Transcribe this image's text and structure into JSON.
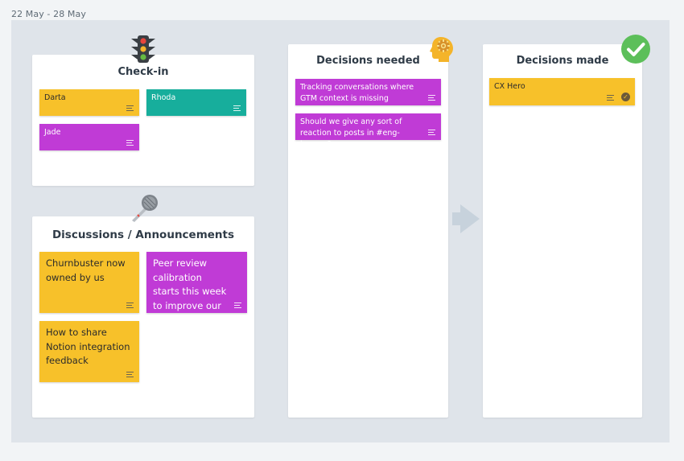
{
  "board": {
    "date_range": "22 May - 28 May"
  },
  "frames": {
    "checkin": {
      "title": "Check-in",
      "icon": "traffic-light-icon",
      "stickies": [
        {
          "text": "Darta",
          "color": "yellow"
        },
        {
          "text": "Rhoda",
          "color": "teal"
        },
        {
          "text": "Jade",
          "color": "purple"
        }
      ]
    },
    "discussions": {
      "title": "Discussions / Announcements",
      "icon": "microphone-icon",
      "stickies": [
        {
          "text": "Churnbuster now owned by us",
          "color": "yellow"
        },
        {
          "text": "Peer review calibration starts this week to improve our QA",
          "color": "purple"
        },
        {
          "text": "How to share Notion integration feedback",
          "color": "yellow"
        }
      ]
    },
    "decisions_needed": {
      "title": "Decisions needed",
      "icon": "thinking-head-icon",
      "stickies": [
        {
          "text": "Tracking conversations where GTM context is missing",
          "color": "purple"
        },
        {
          "text": "Should we give any sort of reaction to posts in #eng-bugrep?",
          "color": "purple"
        }
      ]
    },
    "decisions_made": {
      "title": "Decisions made",
      "icon": "check-mark-icon",
      "stickies": [
        {
          "text": "CX Hero",
          "color": "yellow"
        }
      ]
    }
  },
  "colors": {
    "yellow": "#f7c12a",
    "teal": "#17ae9c",
    "purple": "#c03bd6",
    "board": "#dfe4ea",
    "check_green": "#5cbf5a"
  }
}
